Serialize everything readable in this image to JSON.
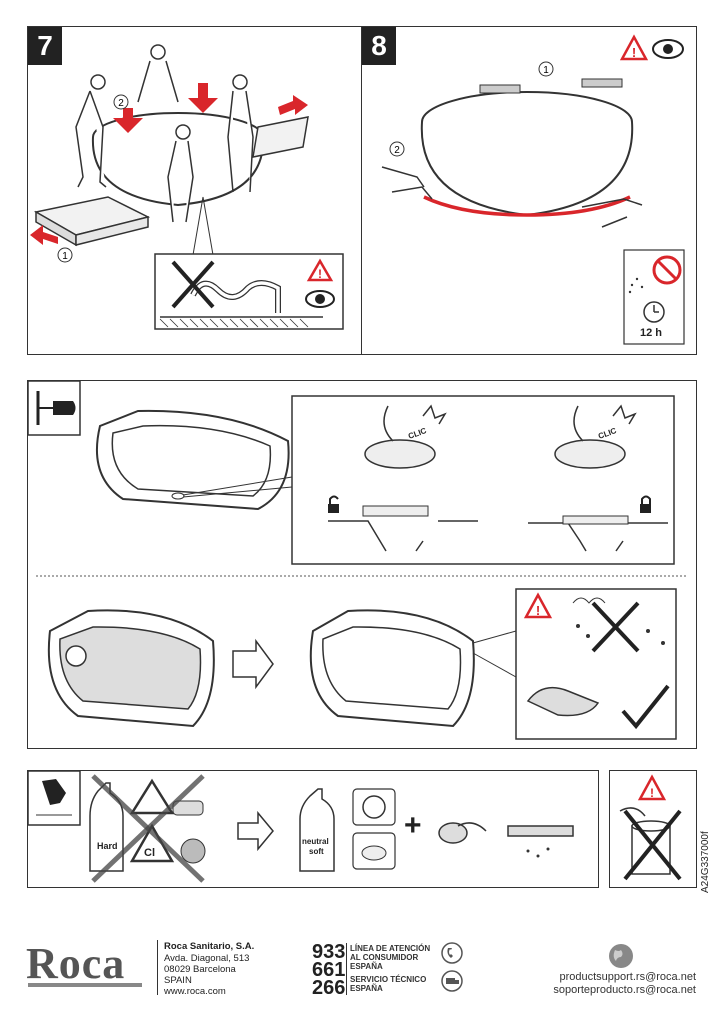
{
  "steps": {
    "step7": {
      "number": "7",
      "callouts": [
        "①",
        "②"
      ]
    },
    "step8": {
      "number": "8",
      "callouts": [
        "①",
        "②"
      ],
      "cure_time": "12 h"
    }
  },
  "drain": {
    "lock_states": [
      "unlocked",
      "locked"
    ],
    "click_label": "CLIC"
  },
  "cleaning": {
    "bottle_hard_label": "Hard",
    "hazard_label": "Cl",
    "bottle_neutral_label_line1": "neutral",
    "bottle_neutral_label_line2": "soft",
    "plus_symbol": "+"
  },
  "doc_id": "A24G337000f",
  "footer": {
    "brand": "Roca",
    "company": "Roca Sanitario, S.A.",
    "address_line1": "Avda. Diagonal, 513",
    "address_line2": "08029 Barcelona",
    "address_line3": "SPAIN",
    "website": "www.roca.com",
    "phone_digits_1": "933",
    "phone_digits_2": "661",
    "phone_digits_3": "266",
    "hotline_line1": "LÍNEA DE ATENCIÓN",
    "hotline_line2": "AL CONSUMIDOR",
    "hotline_line3": "ESPAÑA",
    "service_line1": "SERVICIO TÉCNICO",
    "service_line2": "ESPAÑA",
    "email1": "productsupport.rs@roca.net",
    "email2": "soporteproducto.rs@roca.net"
  },
  "colors": {
    "accent_red": "#d9262b",
    "ink": "#222222"
  }
}
